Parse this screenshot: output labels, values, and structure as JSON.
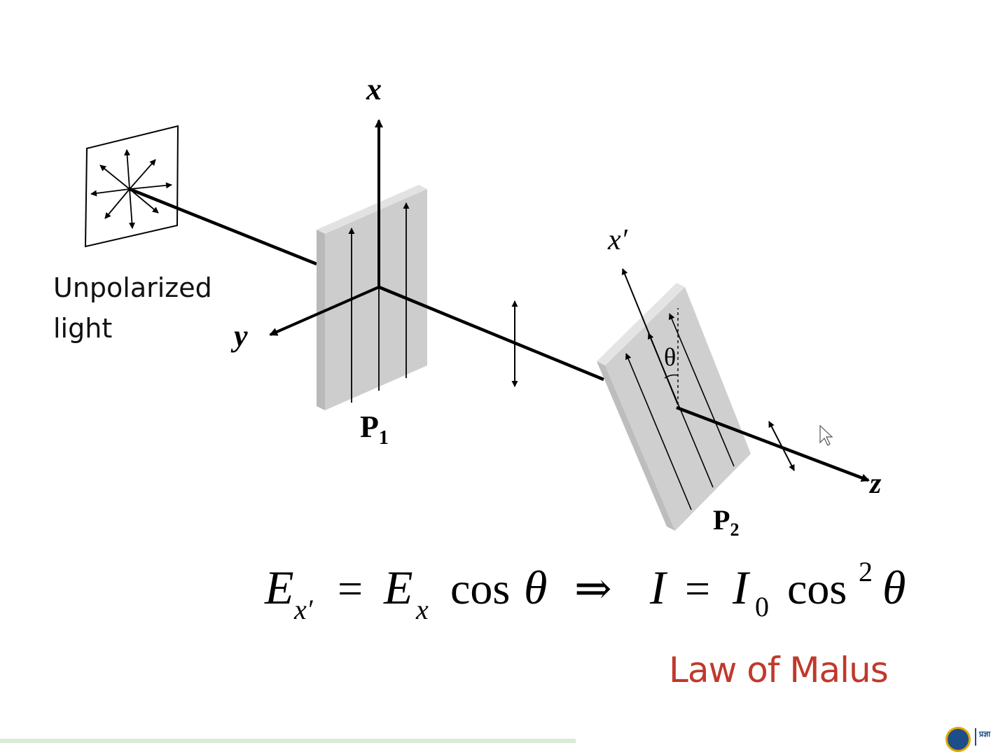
{
  "diagram": {
    "source_label_line1": "Unpolarized",
    "source_label_line2": "light",
    "axis_x": "x",
    "axis_y": "y",
    "axis_z": "z",
    "axis_x_prime": "x′",
    "angle": "θ",
    "polarizer1": {
      "letter": "P",
      "subscript": "1"
    },
    "polarizer2": {
      "letter": "P",
      "subscript": "2"
    }
  },
  "equation": {
    "E": "E",
    "sub_x_prime": "x′",
    "eq1": "=",
    "sub_x": "x",
    "cos1": "cos",
    "theta1": "θ",
    "implies": "⇒",
    "I": "I",
    "eq2": "=",
    "I0": "I",
    "sub_0": "0",
    "cos2": "cos",
    "sup_2": "2",
    "theta2": "θ"
  },
  "title": "Law of Malus",
  "colors": {
    "title": "#c0392b",
    "ink": "#000000",
    "polarizer": "#c8c8c8"
  },
  "logo": {
    "text": "प्रज्ञा"
  }
}
